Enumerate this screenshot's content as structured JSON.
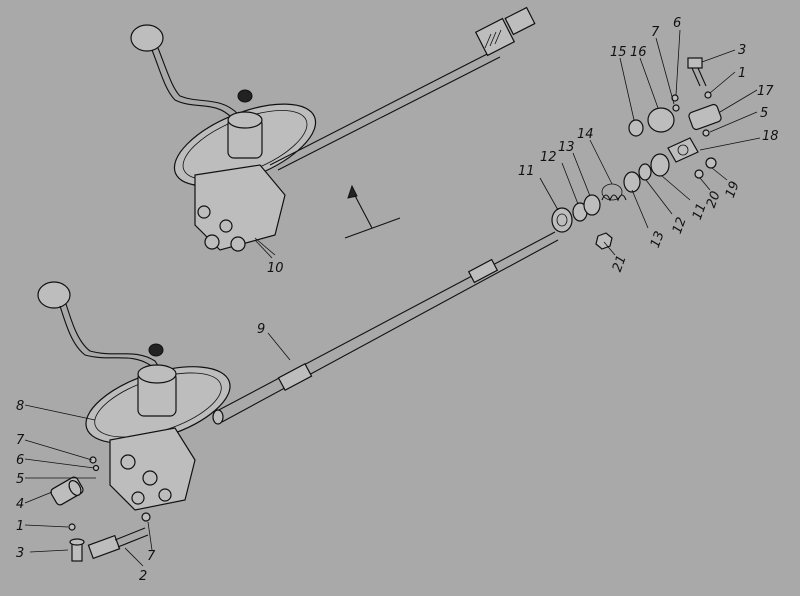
{
  "diagram": {
    "background": "#a9a9a9",
    "ink": "#111111",
    "callouts": [
      "1",
      "2",
      "3",
      "4",
      "5",
      "6",
      "7",
      "8",
      "9",
      "10",
      "11",
      "12",
      "13",
      "14",
      "15",
      "16",
      "17",
      "18",
      "19",
      "20",
      "21"
    ]
  }
}
